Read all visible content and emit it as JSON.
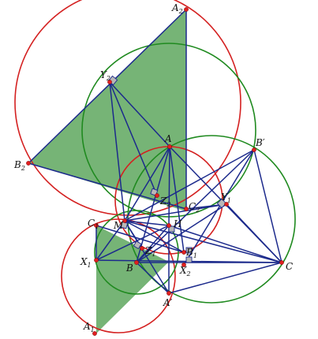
{
  "colors": {
    "circle_red": "#d42020",
    "circle_green": "#1f8a1f",
    "segment_blue": "#1c2a8c",
    "fill_green": "#4f9f4f",
    "point_red": "#e02020"
  },
  "points": [
    {
      "name": "A2",
      "base": "A",
      "sub": "2"
    },
    {
      "name": "Y2",
      "base": "Y",
      "sub": "2"
    },
    {
      "name": "A",
      "base": "A",
      "sub": ""
    },
    {
      "name": "B'",
      "base": "B′",
      "sub": ""
    },
    {
      "name": "B2",
      "base": "B",
      "sub": "2"
    },
    {
      "name": "Z2",
      "base": "Z",
      "sub": "2"
    },
    {
      "name": "C2",
      "base": "C",
      "sub": "2"
    },
    {
      "name": "Y1",
      "base": "Y",
      "sub": "1"
    },
    {
      "name": "C1",
      "base": "C",
      "sub": "1"
    },
    {
      "name": "M",
      "base": "M",
      "sub": ""
    },
    {
      "name": "H",
      "base": "H",
      "sub": ""
    },
    {
      "name": "Z1",
      "base": "Z",
      "sub": "1"
    },
    {
      "name": "B1",
      "base": "B",
      "sub": "1"
    },
    {
      "name": "X1",
      "base": "X",
      "sub": "1"
    },
    {
      "name": "B",
      "base": "B",
      "sub": ""
    },
    {
      "name": "X2",
      "base": "X",
      "sub": "2"
    },
    {
      "name": "C",
      "base": "C",
      "sub": ""
    },
    {
      "name": "A'",
      "base": "A′",
      "sub": ""
    },
    {
      "name": "A1",
      "base": "A",
      "sub": "1"
    }
  ]
}
